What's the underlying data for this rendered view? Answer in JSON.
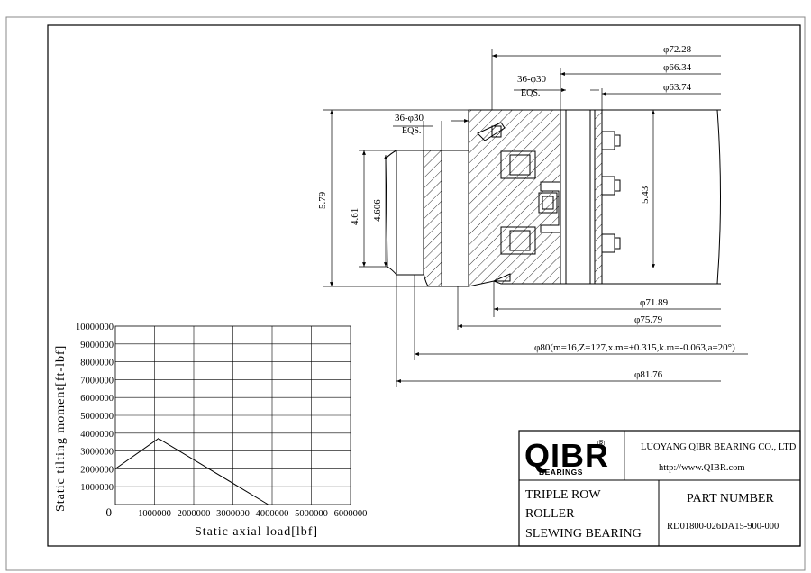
{
  "drawing": {
    "dimensions": {
      "d_72_28": "φ72.28",
      "d_66_34": "φ66.34",
      "d_63_74": "φ63.74",
      "holes_upper_right": "36-φ30",
      "eqs_upper_right": "EQS.",
      "holes_left": "36-φ30",
      "eqs_left": "EQS.",
      "h_5_79": "5.79",
      "h_4_61": "4.61",
      "h_4_606": "4.606",
      "h_5_43": "5.43",
      "d_71_89": "φ71.89",
      "d_75_79": "φ75.79",
      "d_80_gear": "φ80(m=16,Z=127,x.m=+0.315,k.m=-0.063,a=20°)",
      "d_81_76": "φ81.76"
    }
  },
  "chart_data": {
    "type": "line",
    "ylabel": "Static tilting moment[ft-lbf]",
    "xlabel": "Static axial load[lbf]",
    "x_ticks": [
      "0",
      "1000000",
      "2000000",
      "3000000",
      "4000000",
      "5000000",
      "6000000"
    ],
    "y_ticks": [
      "10000000",
      "9000000",
      "8000000",
      "7000000",
      "6000000",
      "5000000",
      "4000000",
      "3000000",
      "2000000",
      "1000000"
    ],
    "xlim": [
      0,
      6000000
    ],
    "ylim": [
      0,
      10000000
    ],
    "grid": true,
    "series": [
      {
        "x": [
          0,
          1100000,
          3900000
        ],
        "y": [
          2000000,
          3700000,
          0
        ]
      }
    ]
  },
  "title_block": {
    "logo_text": "QIBR",
    "logo_sub": "BEARINGS",
    "registered": "®",
    "company": "LUOYANG QIBR BEARING CO., LTD",
    "website": "http://www.QIBR.com",
    "product_line1": "TRIPLE ROW",
    "product_line2": "ROLLER",
    "product_line3": "SLEWING BEARING",
    "part_number_label": "PART  NUMBER",
    "part_number": "RD01800-026DA15-900-000"
  }
}
